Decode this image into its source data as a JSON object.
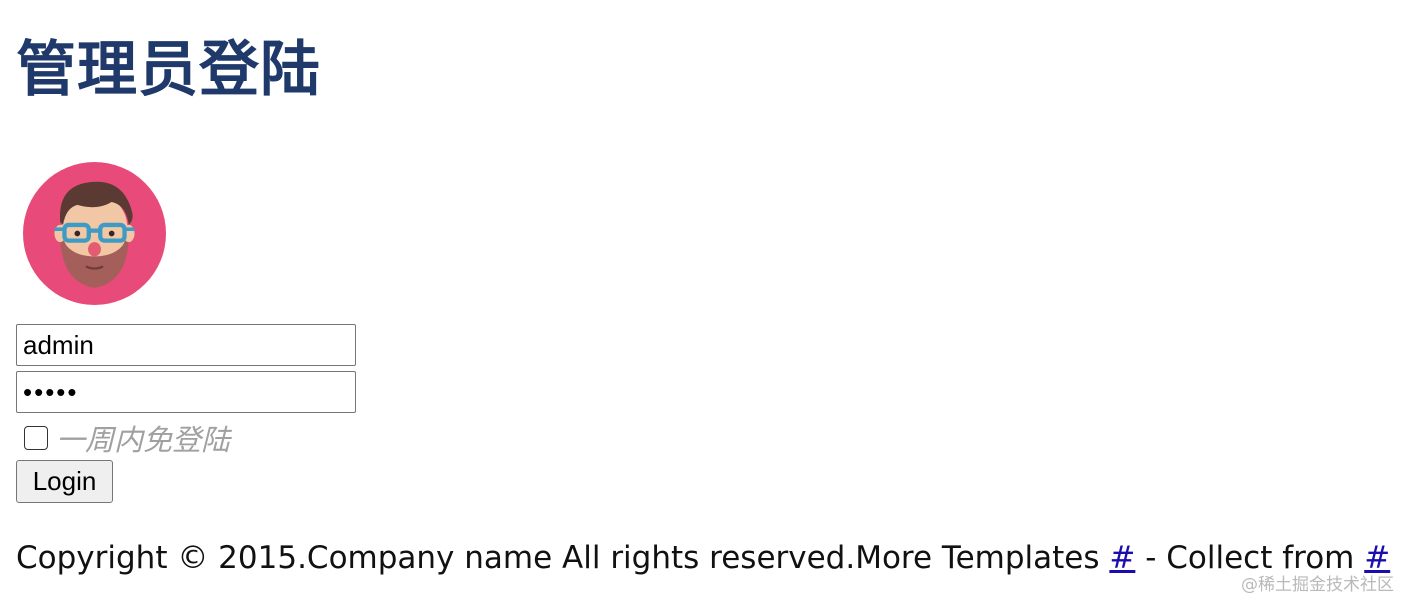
{
  "page": {
    "title": "管理员登陆"
  },
  "avatar": {
    "icon": "avatar-icon",
    "colors": {
      "circle": "#e84a7a",
      "hair": "#5a3a33",
      "skin": "#f1c7a6",
      "beard": "#a55f5a",
      "glasses": "#3d9bc4",
      "nose": "#e45c72"
    }
  },
  "form": {
    "username_value": "admin",
    "password_value": "admin",
    "remember_label": "一周内免登陆",
    "remember_checked": false,
    "login_label": "Login"
  },
  "footer": {
    "text_before": "Copyright © 2015.Company name All rights reserved.More Templates ",
    "link1": "#",
    "text_middle": " - Collect from ",
    "link2": "#"
  },
  "watermark": "@稀土掘金技术社区",
  "colors": {
    "title": "#1f3a6a",
    "link": "#1a0dab",
    "remember_label": "#a0a0a0"
  }
}
